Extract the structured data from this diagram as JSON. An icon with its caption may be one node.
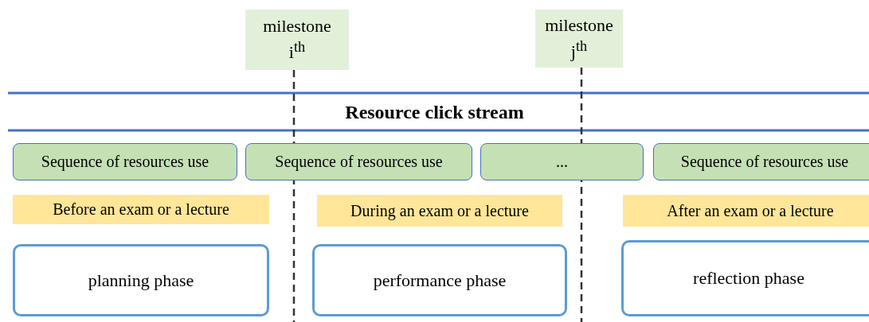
{
  "diagram": {
    "nodes": [
      {
        "text": [
          "milestone i$^{th}$"
        ]
      },
      {
        "text": [
          "milestone j$^{th}$"
        ]
      },
      {
        "text": [
          "Sequence of resources use"
        ]
      },
      {
        "text": [
          "Sequence of resources use"
        ]
      },
      {
        "text": [
          "..."
        ]
      },
      {
        "text": [
          "Sequence of resources use"
        ]
      },
      {
        "text": [
          "Before an exam or a lecture"
        ]
      },
      {
        "text": [
          "During an exam or a lecture"
        ]
      },
      {
        "text": [
          "After an exam or a lecture"
        ]
      },
      {
        "text": [
          "planning phase"
        ]
      },
      {
        "text": [
          "performance phase"
        ]
      },
      {
        "text": [
          "reflection phase"
        ]
      }
    ],
    "edges": [
      {
        "from": 0,
        "to": null,
        "arrow": "none",
        "style": "dashed"
      },
      {
        "from": 1,
        "to": null,
        "arrow": "none",
        "style": "dashed"
      }
    ],
    "labels": [
      "Resource click stream"
    ]
  }
}
